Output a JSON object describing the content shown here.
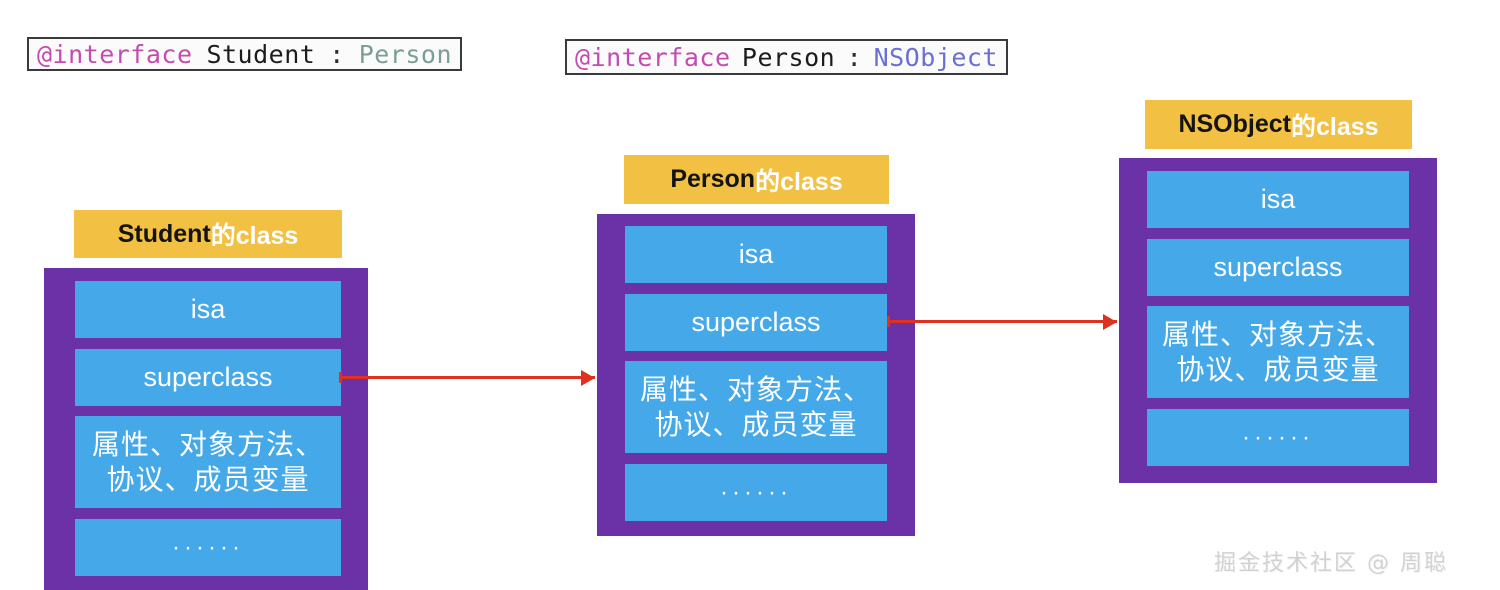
{
  "colors": {
    "gold": "#f2c043",
    "purple": "#6a32a6",
    "blue": "#45a8e8",
    "arrow_red": "#e03020",
    "code_border": "#3a3a3a",
    "keyword_pink": "#c44bb0",
    "type_teal": "#7b9e96",
    "type_blue": "#6a6fd4",
    "watermark_gray": "#d2d2d2"
  },
  "code_blocks": [
    {
      "id": "student-interface",
      "keyword": "@interface",
      "class_name": "Student",
      "colon": ":",
      "super_name": "Person",
      "super_color_key": "type_teal",
      "full_text": "@interface Student : Person"
    },
    {
      "id": "person-interface",
      "keyword": "@interface",
      "class_name": "Person",
      "colon": ":",
      "super_name": "NSObject",
      "super_color_key": "type_blue",
      "full_text": "@interface Person : NSObject"
    }
  ],
  "class_boxes": [
    {
      "id": "student-class",
      "title_latin": "Student",
      "title_cn": "的class",
      "title_full": "Student的class",
      "rows": [
        {
          "id": "isa",
          "label": "isa",
          "kind": "latin"
        },
        {
          "id": "superclass",
          "label": "superclass",
          "kind": "latin"
        },
        {
          "id": "members",
          "label": "属性、对象方法、\n协议、成员变量",
          "line1": "属性、对象方法、",
          "line2": "协议、成员变量",
          "kind": "cn"
        },
        {
          "id": "ellipsis",
          "label": "······",
          "kind": "dots"
        }
      ]
    },
    {
      "id": "person-class",
      "title_latin": "Person",
      "title_cn": "的class",
      "title_full": "Person的class",
      "rows": [
        {
          "id": "isa",
          "label": "isa",
          "kind": "latin"
        },
        {
          "id": "superclass",
          "label": "superclass",
          "kind": "latin"
        },
        {
          "id": "members",
          "label": "属性、对象方法、\n协议、成员变量",
          "line1": "属性、对象方法、",
          "line2": "协议、成员变量",
          "kind": "cn"
        },
        {
          "id": "ellipsis",
          "label": "······",
          "kind": "dots"
        }
      ]
    },
    {
      "id": "nsobject-class",
      "title_latin": "NSObject",
      "title_cn": "的class",
      "title_full": "NSObject的class",
      "rows": [
        {
          "id": "isa",
          "label": "isa",
          "kind": "latin"
        },
        {
          "id": "superclass",
          "label": "superclass",
          "kind": "latin"
        },
        {
          "id": "members",
          "label": "属性、对象方法、\n协议、成员变量",
          "line1": "属性、对象方法、",
          "line2": "协议、成员变量",
          "kind": "cn"
        },
        {
          "id": "ellipsis",
          "label": "······",
          "kind": "dots"
        }
      ]
    }
  ],
  "arrows": [
    {
      "id": "student-superclass-to-person",
      "from": "student-class.superclass",
      "to": "person-class",
      "direction": "right"
    },
    {
      "id": "person-superclass-to-nsobject",
      "from": "person-class.superclass",
      "to": "nsobject-class",
      "direction": "right"
    }
  ],
  "watermark": {
    "text": "掘金技术社区 @ 周聪"
  }
}
